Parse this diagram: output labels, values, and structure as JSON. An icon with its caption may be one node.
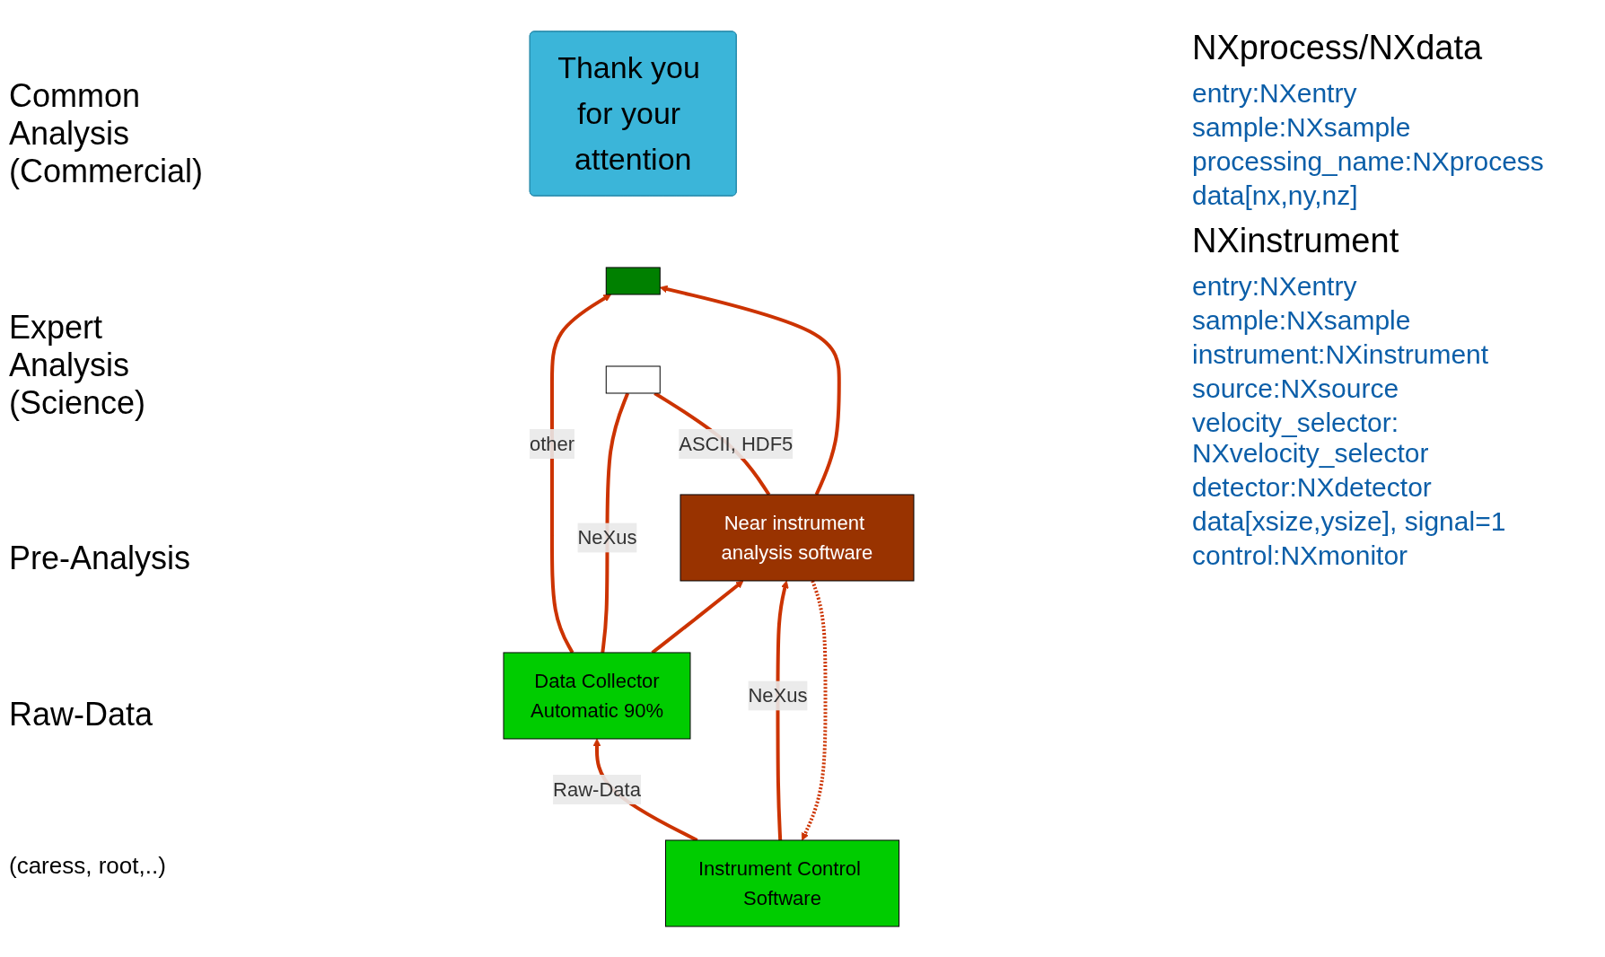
{
  "diagram": {
    "nodes": [
      {
        "text": [],
        "shape": "box"
      },
      {
        "text": [],
        "shape": "box"
      },
      {
        "text": [
          "Data Collector",
          "Automatic 90%"
        ]
      },
      {
        "text": [
          "Near instrument analysis software"
        ]
      },
      {
        "text": [
          "Instrument Control Software"
        ]
      },
      {
        "text": [
          "Thank you for your attention"
        ]
      }
    ],
    "edges": [
      {
        "from": 2,
        "to": 0,
        "arrow": "to",
        "label": "other"
      },
      {
        "from": 2,
        "to": 1,
        "arrow": "none",
        "label": "NeXus"
      },
      {
        "from": 3,
        "to": 1,
        "arrow": "none",
        "label": "ASCII, HDF5"
      },
      {
        "from": 3,
        "to": 0,
        "arrow": "to"
      },
      {
        "from": 2,
        "to": 3,
        "arrow": "to"
      },
      {
        "from": 4,
        "to": 2,
        "arrow": "to",
        "label": "Raw-Data"
      },
      {
        "from": 3,
        "to": 4,
        "arrow": "to",
        "style": "dashed"
      },
      {
        "from": 4,
        "to": 3,
        "arrow": "to",
        "label": "NeXus"
      }
    ],
    "labels": [
      "Common Analysis (Commercial)",
      "Expert Analysis (Science)",
      "Pre-Analysis",
      "Raw-Data",
      "(caress, root,..)",
      "NXprocess/NXdata",
      "entry:NXentry",
      "sample:NXsample",
      "processing_name:NXprocess",
      "data[nx,ny,nz]",
      "NXinstrument",
      "entry:NXentry",
      "sample:NXsample",
      "instrument:NXinstrument",
      "source:NXsource",
      "velocity_selector: NXvelocity_selector",
      "detector:NXdetector",
      "data[xsize,ysize], signal=1",
      "control:NXmonitor"
    ]
  }
}
